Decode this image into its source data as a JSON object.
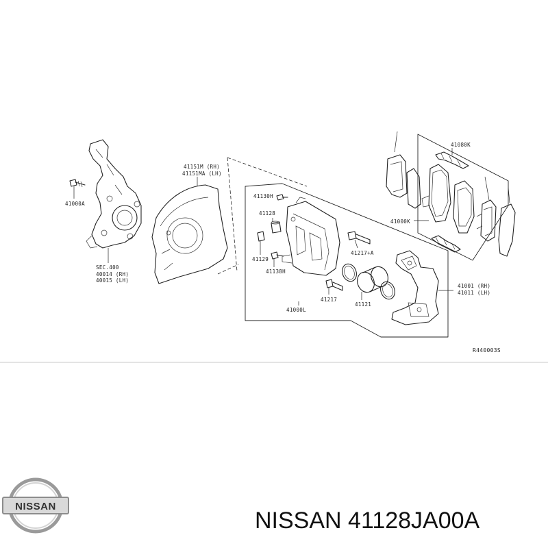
{
  "diagram": {
    "labels": {
      "knuckle_bolt": "41000A",
      "knuckle_sec": "SEC.400",
      "knuckle_rh": "40014 (RH)",
      "knuckle_lh": "40015 (LH)",
      "shield_rh": "41151M (RH)",
      "shield_lh": "41151MA (LH)",
      "bleeder": "41130H",
      "sleeve": "41128",
      "boot": "41129",
      "bleeder2": "41138H",
      "pin_kit": "41217+A",
      "pin": "41217",
      "piston": "41121",
      "caliper_assy": "41000L",
      "pad_kit_upper": "41080K",
      "pad_kit_lower": "41000K",
      "torque_rh": "41001 (RH)",
      "torque_lh": "41011 (LH)",
      "diagram_code": "R440003S"
    }
  },
  "brand": {
    "logo_text": "NISSAN",
    "caption": "NISSAN 41128JA00A"
  }
}
